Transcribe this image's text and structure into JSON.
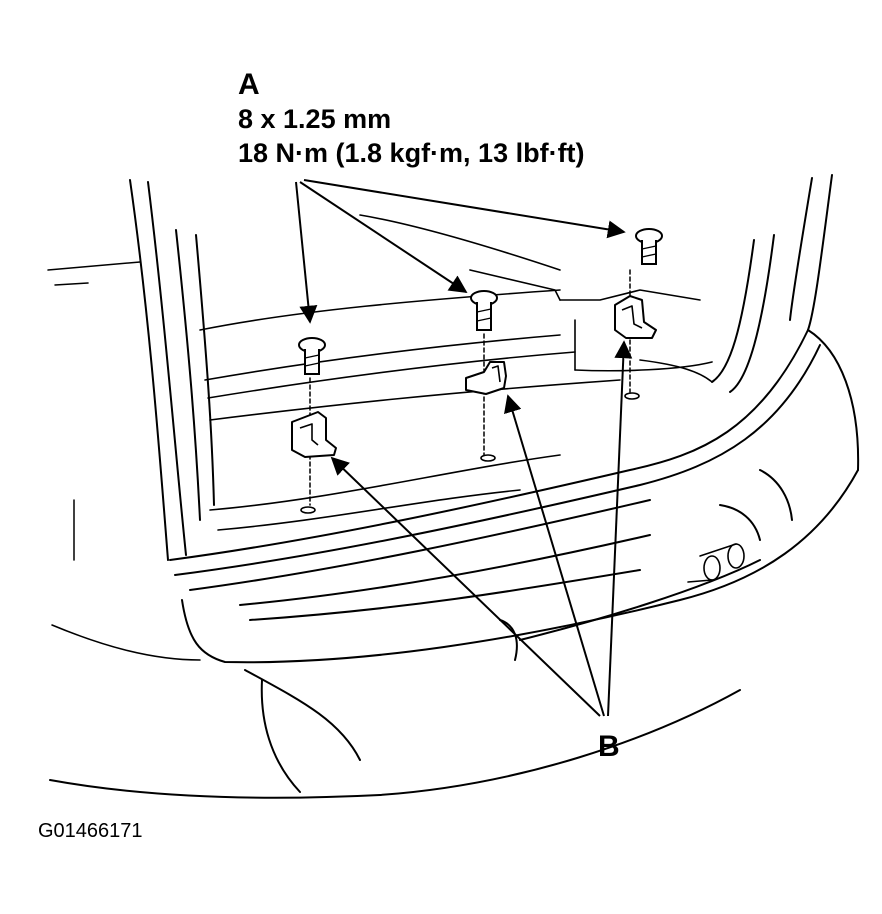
{
  "labels": {
    "a": "A",
    "spec_size": "8 x 1.25 mm",
    "spec_torque": "18 N·m (1.8 kgf·m, 13 lbf·ft)",
    "b": "B",
    "figure_code": "G01466171"
  },
  "parts": {
    "bolts": {
      "callout": "A",
      "count": 3
    },
    "brackets": {
      "callout": "B",
      "count": 3
    }
  },
  "colors": {
    "ink": "#000000",
    "paper": "#ffffff"
  }
}
